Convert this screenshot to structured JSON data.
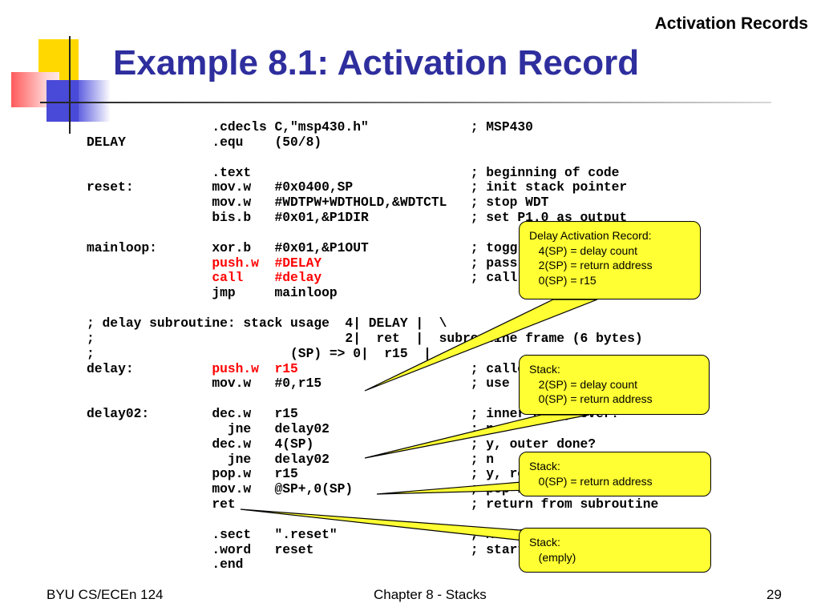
{
  "header": {
    "section": "Activation Records",
    "title": "Example 8.1: Activation Record"
  },
  "code": {
    "lines": [
      [
        {
          "t": "                .cdecls C,\"msp430.h\"             ; MSP430"
        }
      ],
      [
        {
          "t": "DELAY           .equ    (50/8)"
        }
      ],
      [
        {
          "t": ""
        }
      ],
      [
        {
          "t": "                .text                            ; beginning of code"
        }
      ],
      [
        {
          "t": "reset:          mov.w   #0x0400,SP               ; init stack pointer"
        }
      ],
      [
        {
          "t": "                mov.w   #WDTPW+WDTHOLD,&WDTCTL   ; stop WDT"
        }
      ],
      [
        {
          "t": "                bis.b   #0x01,&P1DIR             ; set P1.0 as output"
        }
      ],
      [
        {
          "t": ""
        }
      ],
      [
        {
          "t": "mainloop:       xor.b   #0x01,&P1OUT             ; toggle P1.0"
        }
      ],
      [
        {
          "t": "                "
        },
        {
          "t": "push.w",
          "hl": true
        },
        {
          "t": "  "
        },
        {
          "t": "#DELAY",
          "hl": true
        },
        {
          "t": "                   ; pass delay count on stack"
        }
      ],
      [
        {
          "t": "                "
        },
        {
          "t": "call",
          "hl": true
        },
        {
          "t": "    "
        },
        {
          "t": "#delay",
          "hl": true
        },
        {
          "t": "                   ; call delay subroutine"
        }
      ],
      [
        {
          "t": "                jmp     mainloop"
        }
      ],
      [
        {
          "t": ""
        }
      ],
      [
        {
          "t": "; delay subroutine: stack usage  4| DELAY |  \\"
        }
      ],
      [
        {
          "t": ";                                2|  ret  |  subroutine frame (6 bytes)"
        }
      ],
      [
        {
          "t": ";                         (SP) => 0|  r15  |  /"
        }
      ],
      [
        {
          "t": "delay:          "
        },
        {
          "t": "push.w",
          "hl": true
        },
        {
          "t": "  "
        },
        {
          "t": "r15",
          "hl": true
        },
        {
          "t": "                      ; callee-save"
        }
      ],
      [
        {
          "t": "                mov.w   #0,r15                   ; use r15 as inner counter"
        }
      ],
      [
        {
          "t": ""
        }
      ],
      [
        {
          "t": "delay02:        dec.w   r15                      ; inner delay over?"
        }
      ],
      [
        {
          "t": "                  jne   delay02                  ; n"
        }
      ],
      [
        {
          "t": "                dec.w   4(SP)                    ; y, outer done?"
        }
      ],
      [
        {
          "t": "                  jne   delay02                  ; n"
        }
      ],
      [
        {
          "t": "                pop.w   r15                      ; y, restore register(s)"
        }
      ],
      [
        {
          "t": "                mov.w   @SP+,0(SP)               ; pop input delay count"
        }
      ],
      [
        {
          "t": "                ret                              ; return from subroutine"
        }
      ],
      [
        {
          "t": ""
        }
      ],
      [
        {
          "t": "                .sect   \".reset\"                 ; MSP430 reset Vector"
        }
      ],
      [
        {
          "t": "                .word   reset                    ; start address"
        }
      ],
      [
        {
          "t": "                .end"
        }
      ]
    ]
  },
  "callouts": [
    {
      "lines": [
        "Delay Activation Record:",
        "   4(SP) = delay count",
        "   2(SP) = return address",
        "   0(SP) = r15"
      ]
    },
    {
      "lines": [
        "Stack:",
        "   2(SP) = delay count",
        "   0(SP) = return address"
      ]
    },
    {
      "lines": [
        "Stack:",
        "   0(SP) = return address"
      ]
    },
    {
      "lines": [
        "Stack:",
        "   (emply)"
      ]
    }
  ],
  "footer": {
    "left": "BYU CS/ECEn 124",
    "center": "Chapter 8 - Stacks",
    "page": "29"
  }
}
